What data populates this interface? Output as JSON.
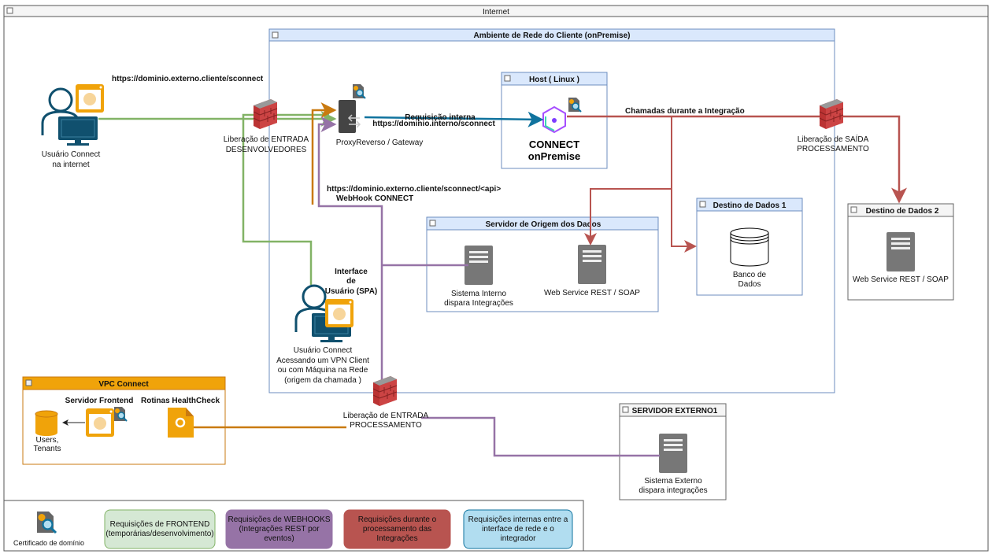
{
  "outer": {
    "title": "Internet"
  },
  "network": {
    "title": "Ambiente de Rede do Cliente (onPremise)"
  },
  "host": {
    "title": "Host ( Linux )",
    "app_line1": "CONNECT",
    "app_line2": "onPremise"
  },
  "origin_server": {
    "title": "Servidor de Origem dos Dados",
    "internal_line1": "Sistema Interno",
    "internal_line2": "dispara Integrações",
    "ws_label": "Web Service REST / SOAP"
  },
  "dest1": {
    "title": "Destino de Dados 1",
    "db_line1": "Banco de",
    "db_line2": "Dados"
  },
  "dest2": {
    "title": "Destino de Dados 2",
    "ws_label": "Web Service REST / SOAP"
  },
  "vpc": {
    "title": "VPC Connect",
    "frontend_label": "Servidor Frontend",
    "healthcheck_label": "Rotinas HealthCheck",
    "db_line1": "Users,",
    "db_line2": "Tenants"
  },
  "external": {
    "title": "SERVIDOR EXTERNO1",
    "line1": "Sistema Externo",
    "line2": "dispara integrações"
  },
  "internet_user": {
    "line1": "Usuário Connect",
    "line2": "na internet"
  },
  "spa_user": {
    "title1": "Interface",
    "title2": "de",
    "title3": "Usuário (SPA)",
    "line1": "Usuário Connect",
    "line2": "Acessando um VPN Client",
    "line3": "ou com Máquina na Rede",
    "line4": "(origem da chamada )"
  },
  "firewalls": {
    "dev_line1": "Liberação de ENTRADA",
    "dev_line2": "DESENVOLVEDORES",
    "out_line1": "Liberação de SAÍDA",
    "out_line2": "PROCESSAMENTO",
    "in_line1": "Liberação de ENTRADA",
    "in_line2": "PROCESSAMENTO"
  },
  "proxy": {
    "label": "ProxyReverso / Gateway"
  },
  "edges": {
    "external_url": "https://dominio.externo.cliente/sconnect",
    "internal_title": "Requisição interna",
    "internal_url": "https://dominio.interno/sconnect",
    "integration_calls": "Chamadas durante a Integração",
    "webhook_url": "https://dominio.externo.cliente/sconnect/<api>",
    "webhook_label": "WebHook CONNECT"
  },
  "legend": {
    "cert_label": "Certificado de domínio",
    "items": [
      {
        "lines": [
          "Requisições de FRONTEND",
          "(temporárias/desenvolvimento)"
        ],
        "fill": "#d5e8d4",
        "stroke": "#82b366",
        "line_color": "#82b366"
      },
      {
        "lines": [
          "Requisições de WEBHOOKS",
          "(Integrações REST por",
          "eventos)"
        ],
        "fill": "#9673a6",
        "stroke": "#9673a6",
        "line_color": "#9673a6"
      },
      {
        "lines": [
          "Requisições durante o",
          "processamento das",
          "Integrações"
        ],
        "fill": "#b85450",
        "stroke": "#b85450",
        "line_color": "#b85450"
      },
      {
        "lines": [
          "Requisições internas entre a",
          "interface de rede e o",
          "integrador"
        ],
        "fill": "#b1ddf0",
        "stroke": "#10739e",
        "line_color": "#10739e"
      }
    ]
  },
  "colors": {
    "frontend": "#82b366",
    "webhook": "#9673a6",
    "processing": "#b85450",
    "internal": "#10739e",
    "healthcheck": "#c97a10",
    "container_header": "#dae8fc",
    "vpc_header": "#f0a30a"
  }
}
